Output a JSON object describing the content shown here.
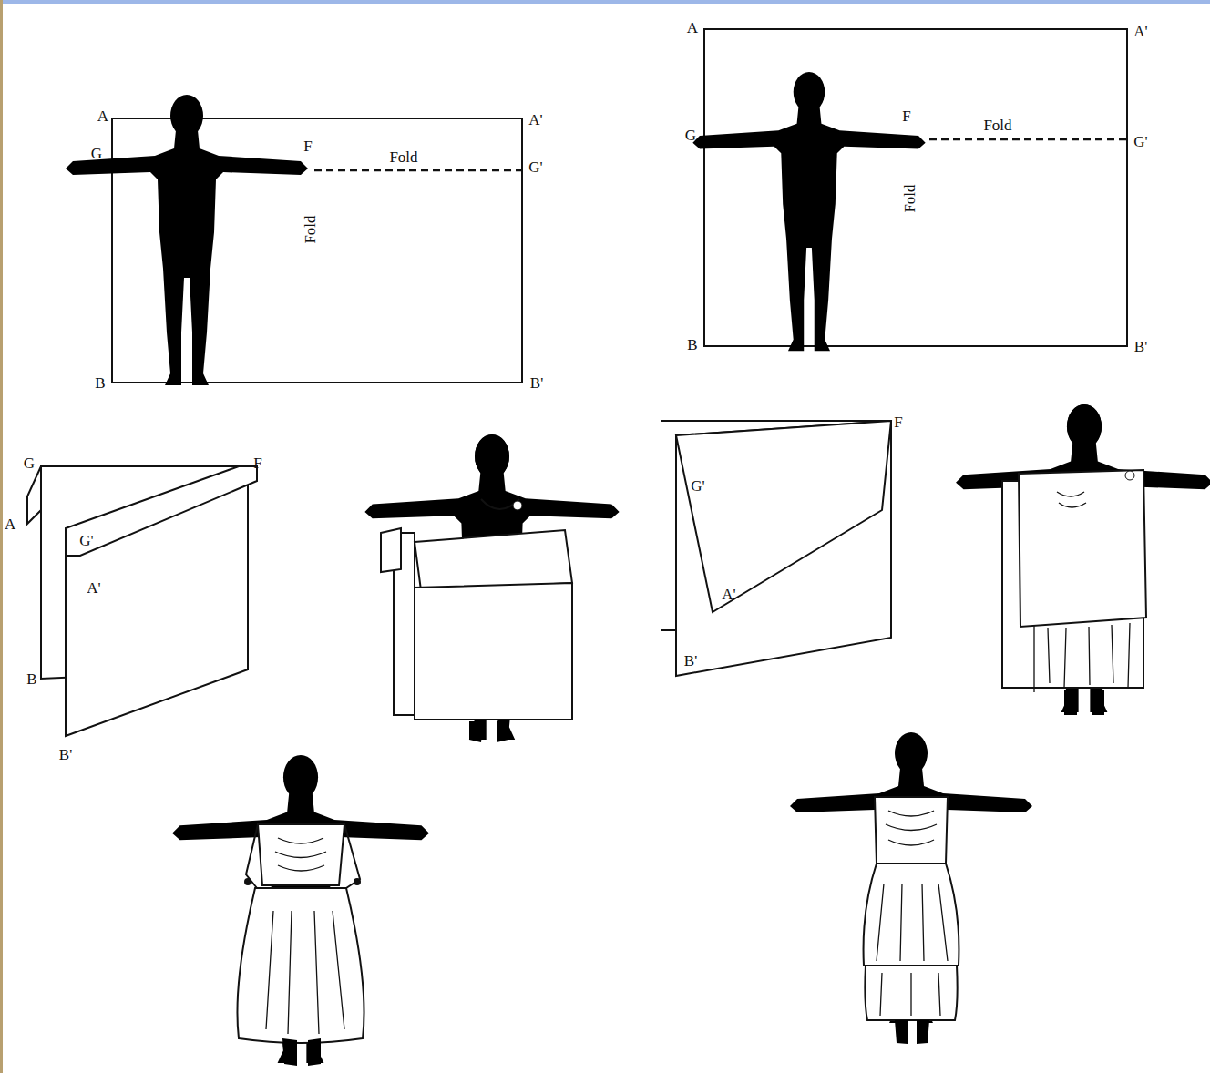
{
  "diagram": {
    "labels": [
      "A",
      "A'",
      "G",
      "F",
      "Fold",
      "G'",
      "Fold",
      "B",
      "B'",
      "A",
      "A'",
      "G",
      "F",
      "Fold",
      "G'",
      "Fold",
      "B",
      "B'",
      "G",
      "F",
      "A",
      "G'",
      "A'",
      "B",
      "B'",
      "F",
      "G'",
      "A'",
      "B'"
    ]
  }
}
